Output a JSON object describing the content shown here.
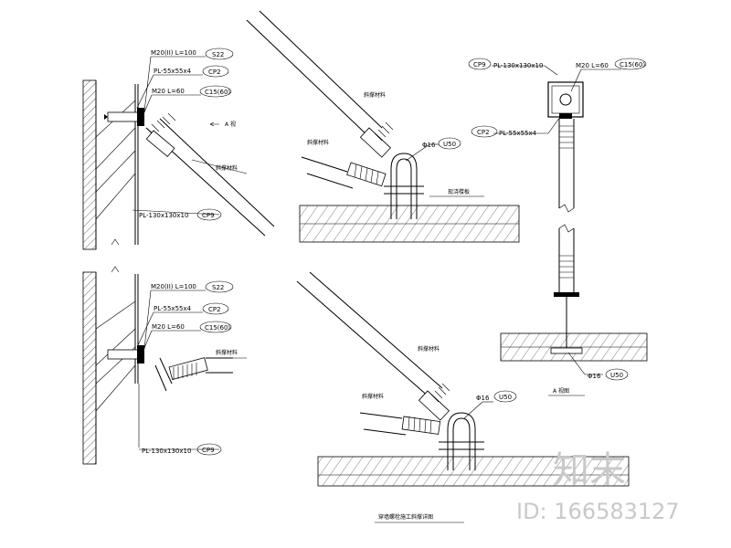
{
  "drawing": {
    "detail_top_left": {
      "bolt_label": "M20(II) L=100",
      "bolt_tag": "S22",
      "plate_label": "PL-55x55x4",
      "plate_tag": "CP2",
      "anchor_label": "M20 L=60",
      "anchor_tag": "C15(60)",
      "base_plate_label": "PL-130x130x10",
      "base_plate_tag": "CP9",
      "arrow_note": "A 视",
      "member_label": "斜撑材料"
    },
    "detail_bottom_left": {
      "bolt_label": "M20(II) L=100",
      "bolt_tag": "S22",
      "plate_label": "PL-55x55x4",
      "plate_tag": "CP2",
      "anchor_label": "M20 L=60",
      "anchor_tag": "C15(60)",
      "member_label": "斜撑材料",
      "base_plate_label": "PL-130x130x10",
      "base_plate_tag": "CP9"
    },
    "detail_top_mid": {
      "member_label_upper": "斜撑材料",
      "member_label_lower": "斜撑材料",
      "rebar_label": "Φ16",
      "rebar_tag": "U50",
      "slab_label": "现浇楼板"
    },
    "detail_bottom_mid": {
      "member_label_upper": "斜撑材料",
      "member_label_lower": "斜撑材料",
      "rebar_label": "Φ16",
      "rebar_tag": "U50",
      "title": "穿墙螺栓施工斜撑详图"
    },
    "detail_right": {
      "plate_label": "PL-130x130x10",
      "plate_tag": "CP9",
      "anchor_label": "M20 L=60",
      "anchor_tag": "C15(60)",
      "small_plate_label": "PL-55x55x4",
      "small_plate_tag": "CP2",
      "rebar_label": "Φ16",
      "rebar_tag": "U50",
      "view_label": "A 视图"
    }
  },
  "watermark": {
    "logo_text": "知末",
    "id_text": "ID: 166583127"
  }
}
